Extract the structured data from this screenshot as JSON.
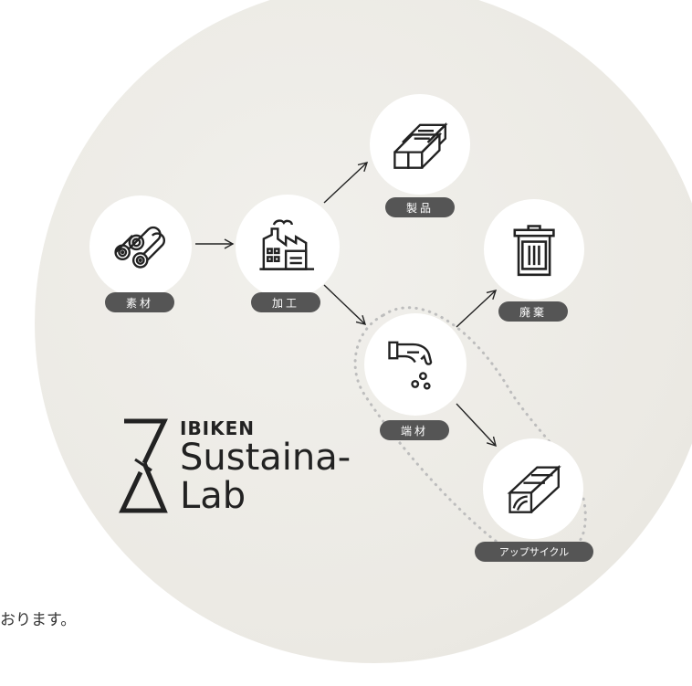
{
  "diagram": {
    "nodes": {
      "raw": {
        "label": "素材",
        "icon": "logs-icon"
      },
      "process": {
        "label": "加工",
        "icon": "factory-icon"
      },
      "product": {
        "label": "製品",
        "icon": "lumber-blocks-icon"
      },
      "waste": {
        "label": "廃棄",
        "icon": "trash-can-icon"
      },
      "offcut": {
        "label": "端材",
        "icon": "hand-dropping-icon"
      },
      "upcycle": {
        "label": "アップサイクル",
        "icon": "wood-beam-icon"
      }
    },
    "logo": {
      "brand": "IBIKEN",
      "name_line1": "Sustaina-",
      "name_line2": "Lab"
    },
    "caption": "おります。",
    "colors": {
      "background_circle": "#ebe9e3",
      "label_pill": "#555555",
      "icon_stroke": "#222222"
    }
  }
}
